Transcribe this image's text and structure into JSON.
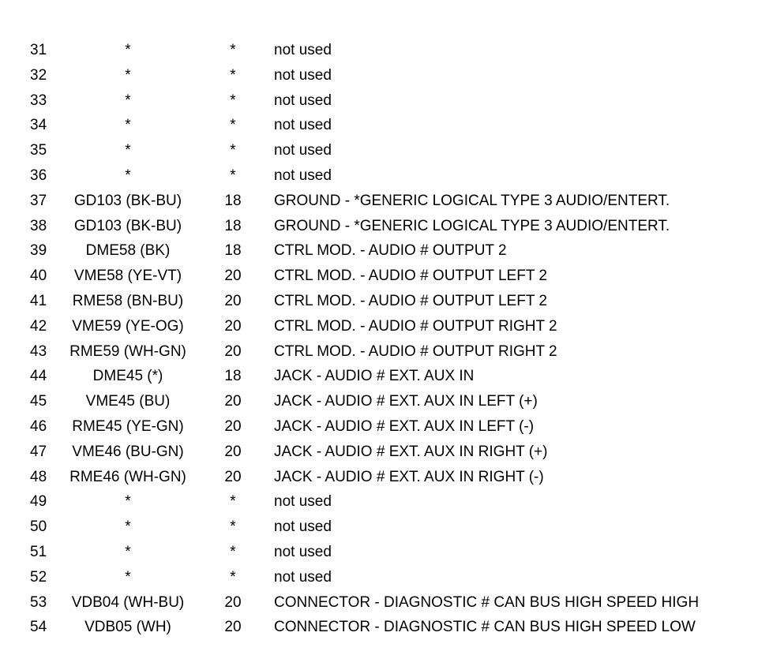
{
  "rows": [
    {
      "pin": "31",
      "circuit": "*",
      "gauge": "*",
      "description": "not used"
    },
    {
      "pin": "32",
      "circuit": "*",
      "gauge": "*",
      "description": "not used"
    },
    {
      "pin": "33",
      "circuit": "*",
      "gauge": "*",
      "description": "not used"
    },
    {
      "pin": "34",
      "circuit": "*",
      "gauge": "*",
      "description": "not used"
    },
    {
      "pin": "35",
      "circuit": "*",
      "gauge": "*",
      "description": "not used"
    },
    {
      "pin": "36",
      "circuit": "*",
      "gauge": "*",
      "description": "not used"
    },
    {
      "pin": "37",
      "circuit": "GD103 (BK-BU)",
      "gauge": "18",
      "description": "GROUND - *GENERIC LOGICAL TYPE 3 AUDIO/ENTERT."
    },
    {
      "pin": "38",
      "circuit": "GD103 (BK-BU)",
      "gauge": "18",
      "description": "GROUND - *GENERIC LOGICAL TYPE 3 AUDIO/ENTERT."
    },
    {
      "pin": "39",
      "circuit": "DME58 (BK)",
      "gauge": "18",
      "description": "CTRL MOD. - AUDIO # OUTPUT 2"
    },
    {
      "pin": "40",
      "circuit": "VME58 (YE-VT)",
      "gauge": "20",
      "description": "CTRL MOD. - AUDIO # OUTPUT LEFT 2"
    },
    {
      "pin": "41",
      "circuit": "RME58 (BN-BU)",
      "gauge": "20",
      "description": "CTRL MOD. - AUDIO # OUTPUT LEFT 2"
    },
    {
      "pin": "42",
      "circuit": "VME59 (YE-OG)",
      "gauge": "20",
      "description": "CTRL MOD. - AUDIO # OUTPUT RIGHT 2"
    },
    {
      "pin": "43",
      "circuit": "RME59 (WH-GN)",
      "gauge": "20",
      "description": "CTRL MOD. - AUDIO # OUTPUT RIGHT 2"
    },
    {
      "pin": "44",
      "circuit": "DME45 (*)",
      "gauge": "18",
      "description": "JACK - AUDIO # EXT. AUX IN"
    },
    {
      "pin": "45",
      "circuit": "VME45 (BU)",
      "gauge": "20",
      "description": "JACK - AUDIO # EXT. AUX IN LEFT (+)"
    },
    {
      "pin": "46",
      "circuit": "RME45 (YE-GN)",
      "gauge": "20",
      "description": "JACK - AUDIO # EXT. AUX IN LEFT (-)"
    },
    {
      "pin": "47",
      "circuit": "VME46 (BU-GN)",
      "gauge": "20",
      "description": "JACK - AUDIO # EXT. AUX IN RIGHT (+)"
    },
    {
      "pin": "48",
      "circuit": "RME46 (WH-GN)",
      "gauge": "20",
      "description": "JACK - AUDIO # EXT. AUX IN RIGHT (-)"
    },
    {
      "pin": "49",
      "circuit": "*",
      "gauge": "*",
      "description": "not used"
    },
    {
      "pin": "50",
      "circuit": "*",
      "gauge": "*",
      "description": "not used"
    },
    {
      "pin": "51",
      "circuit": "*",
      "gauge": "*",
      "description": "not used"
    },
    {
      "pin": "52",
      "circuit": "*",
      "gauge": "*",
      "description": "not used"
    },
    {
      "pin": "53",
      "circuit": "VDB04 (WH-BU)",
      "gauge": "20",
      "description": "CONNECTOR - DIAGNOSTIC # CAN BUS HIGH SPEED HIGH"
    },
    {
      "pin": "54",
      "circuit": "VDB05 (WH)",
      "gauge": "20",
      "description": "CONNECTOR - DIAGNOSTIC # CAN BUS HIGH SPEED LOW"
    }
  ]
}
